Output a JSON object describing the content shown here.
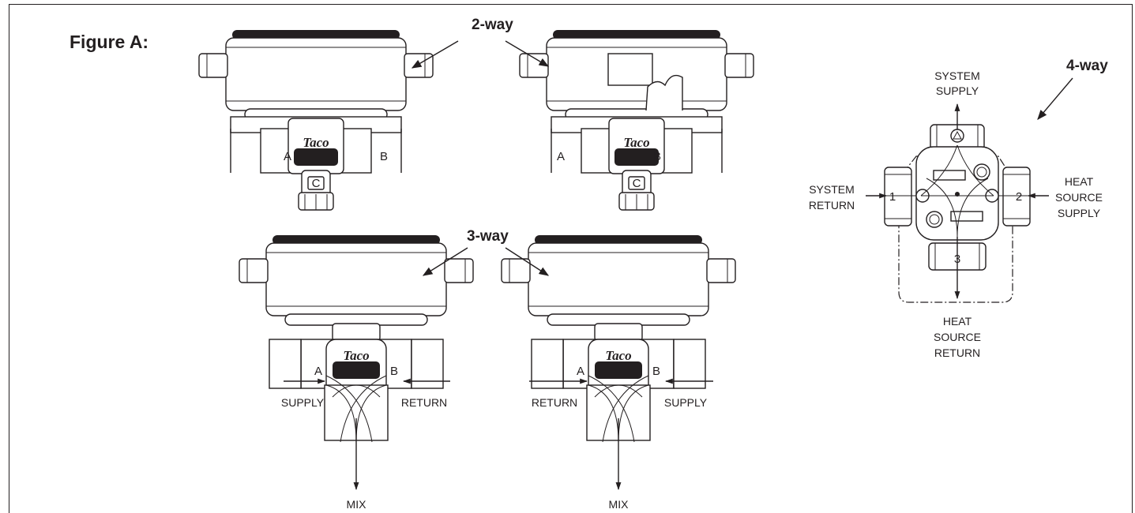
{
  "figure_title": "Figure A:",
  "callouts": {
    "two_way": "2-way",
    "three_way": "3-way",
    "four_way": "4-way"
  },
  "logo_text": "Taco",
  "two_way_valves": [
    {
      "port_a": "A",
      "port_b": "B",
      "port_c": "C"
    },
    {
      "port_a": "A",
      "port_b": "B",
      "port_c": "C"
    }
  ],
  "three_way_valves": [
    {
      "port_a": "A",
      "port_b": "B",
      "left_flow": "SUPPLY",
      "right_flow": "RETURN",
      "bottom_flow": "MIX"
    },
    {
      "port_a": "A",
      "port_b": "B",
      "left_flow": "RETURN",
      "right_flow": "SUPPLY",
      "bottom_flow": "MIX"
    }
  ],
  "four_way_valve": {
    "top_label": [
      "SYSTEM",
      "SUPPLY"
    ],
    "left_label": [
      "SYSTEM",
      "RETURN"
    ],
    "right_label": [
      "HEAT",
      "SOURCE",
      "SUPPLY"
    ],
    "bottom_label": [
      "HEAT",
      "SOURCE",
      "RETURN"
    ],
    "port_1": "1",
    "port_2": "2",
    "port_3": "3"
  },
  "colors": {
    "line": "#231f20",
    "background": "#ffffff"
  }
}
